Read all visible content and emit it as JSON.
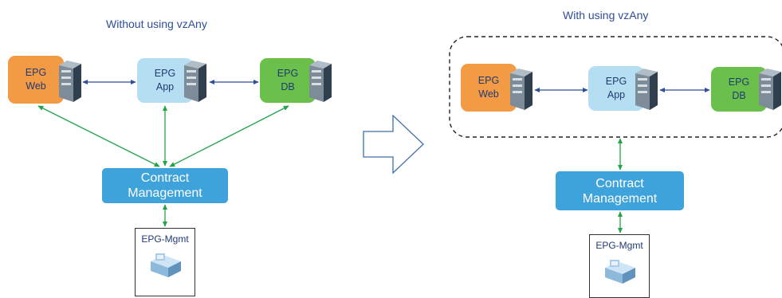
{
  "left": {
    "title": "Without using vzAny",
    "web": {
      "line1": "EPG",
      "line2": "Web"
    },
    "app": {
      "line1": "EPG",
      "line2": "App"
    },
    "db": {
      "line1": "EPG",
      "line2": "DB"
    },
    "contract": {
      "line1": "Contract",
      "line2": "Management"
    },
    "mgmt": "EPG-Mgmt"
  },
  "right": {
    "title": "With using vzAny",
    "web": {
      "line1": "EPG",
      "line2": "Web"
    },
    "app": {
      "line1": "EPG",
      "line2": "App"
    },
    "db": {
      "line1": "EPG",
      "line2": "DB"
    },
    "contract": {
      "line1": "Contract",
      "line2": "Management"
    },
    "mgmt": "EPG-Mgmt"
  },
  "colors": {
    "web": "#f39a45",
    "app": "#b5def3",
    "db": "#6bbf4b",
    "contract": "#3ea3db",
    "green_arrow": "#22a447",
    "blue_arrow": "#2e4e9a",
    "title_text": "#2e4e9a"
  },
  "icons": [
    "server-icon",
    "management-station-icon",
    "hollow-right-arrow-icon"
  ]
}
